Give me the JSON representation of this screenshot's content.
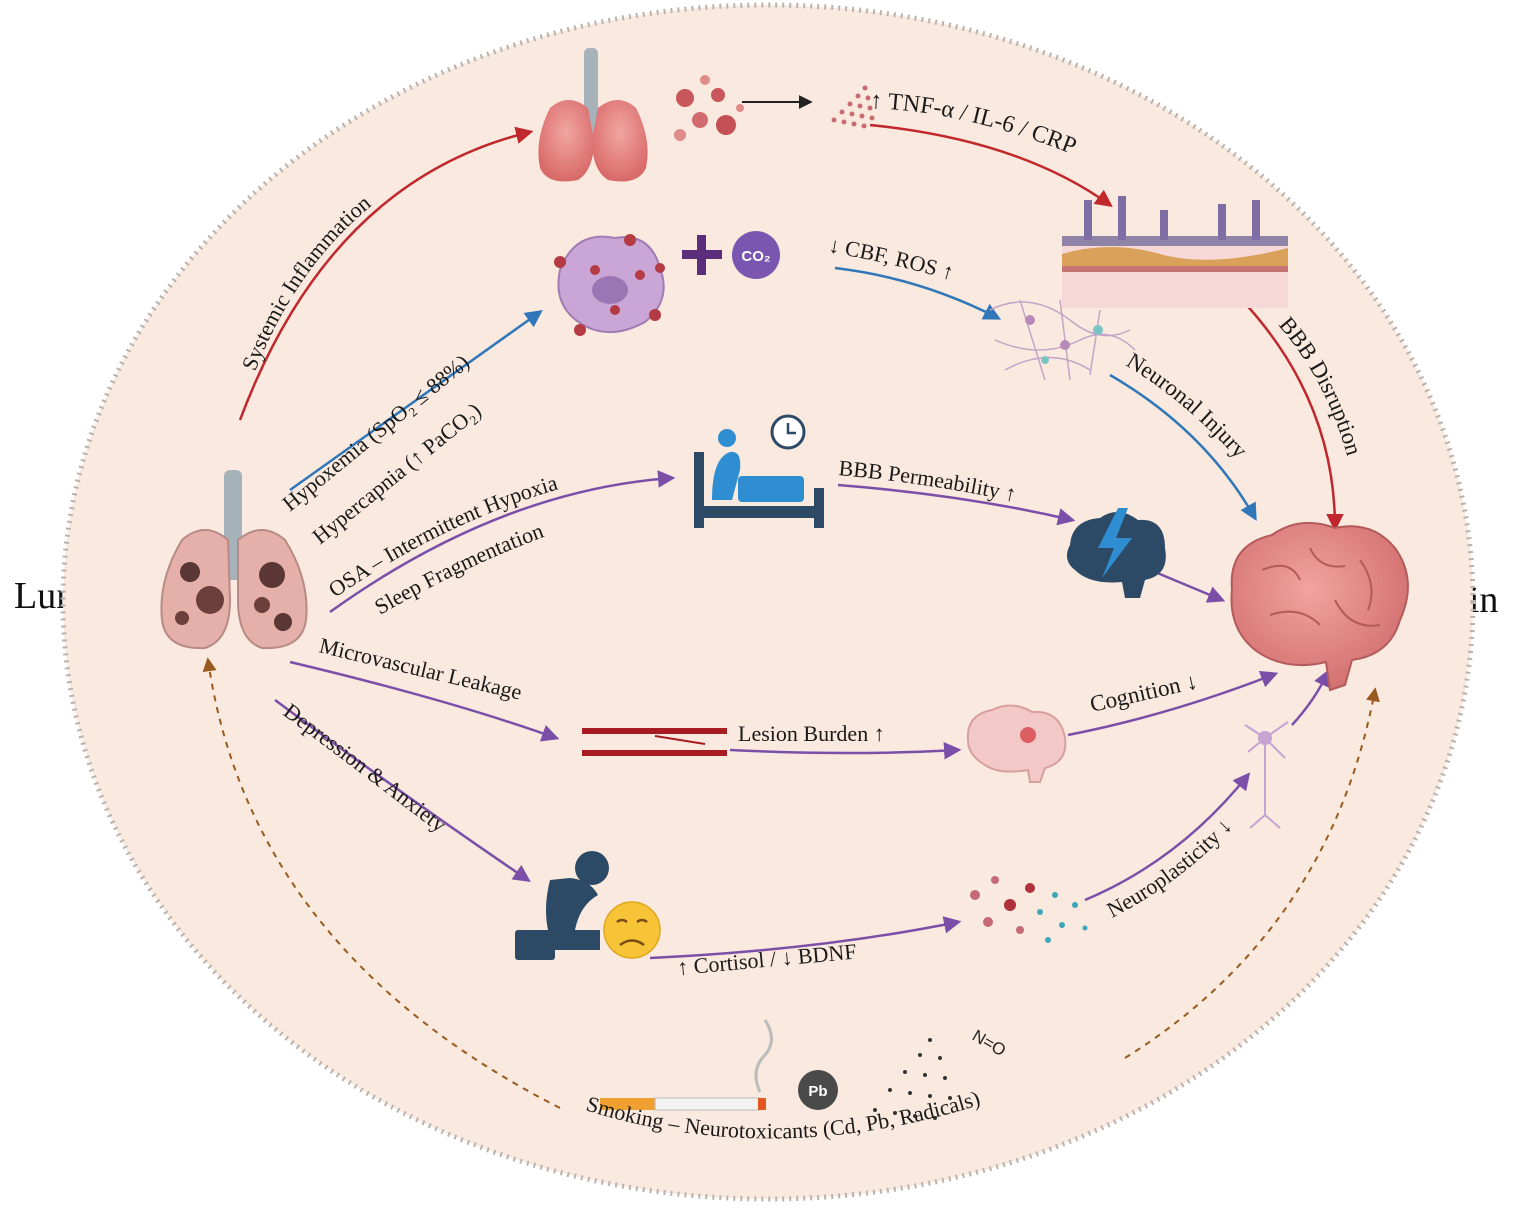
{
  "sides": {
    "left": "Lungs",
    "right": "Brain"
  },
  "pathways": {
    "systemic": {
      "label": "Systemic Inflammation",
      "markers": "↑ TNF-α / IL-6 / CRP",
      "effect": "BBB Disruption"
    },
    "hypoxemia": {
      "label": "Hypoxemia (SpO₂ ≤ 88%)",
      "label2": "Hypercapnia (↑ PaCO₂)",
      "co2": "CO₂",
      "result": "↓ CBF, ROS ↑",
      "effect": "Neuronal Injury"
    },
    "osa": {
      "label": "OSA – Intermittent Hypoxia",
      "label2": "Sleep Fragmentation",
      "result": "BBB Permeability ↑"
    },
    "micro": {
      "label": "Microvascular Leakage",
      "result": "Lesion Burden ↑",
      "effect": "Cognition ↓"
    },
    "depression": {
      "label": "Depression & Anxiety",
      "result": "↑ Cortisol / ↓ BDNF",
      "effect": "Neuroplasticity ↓"
    },
    "smoking": {
      "label": "Smoking – Neurotoxicants (Cd, Pb, Radicals)",
      "pb": "Pb",
      "no": "N=O"
    }
  },
  "colors": {
    "background_circle": "#f9e9df",
    "red_arrow": "#c0282d",
    "blue_arrow": "#2f77b9",
    "purple_arrow": "#7b4fa8",
    "brown_dashed": "#9a5a1e",
    "icon_navy": "#2c4a66",
    "icon_blue": "#2f8ed1"
  }
}
